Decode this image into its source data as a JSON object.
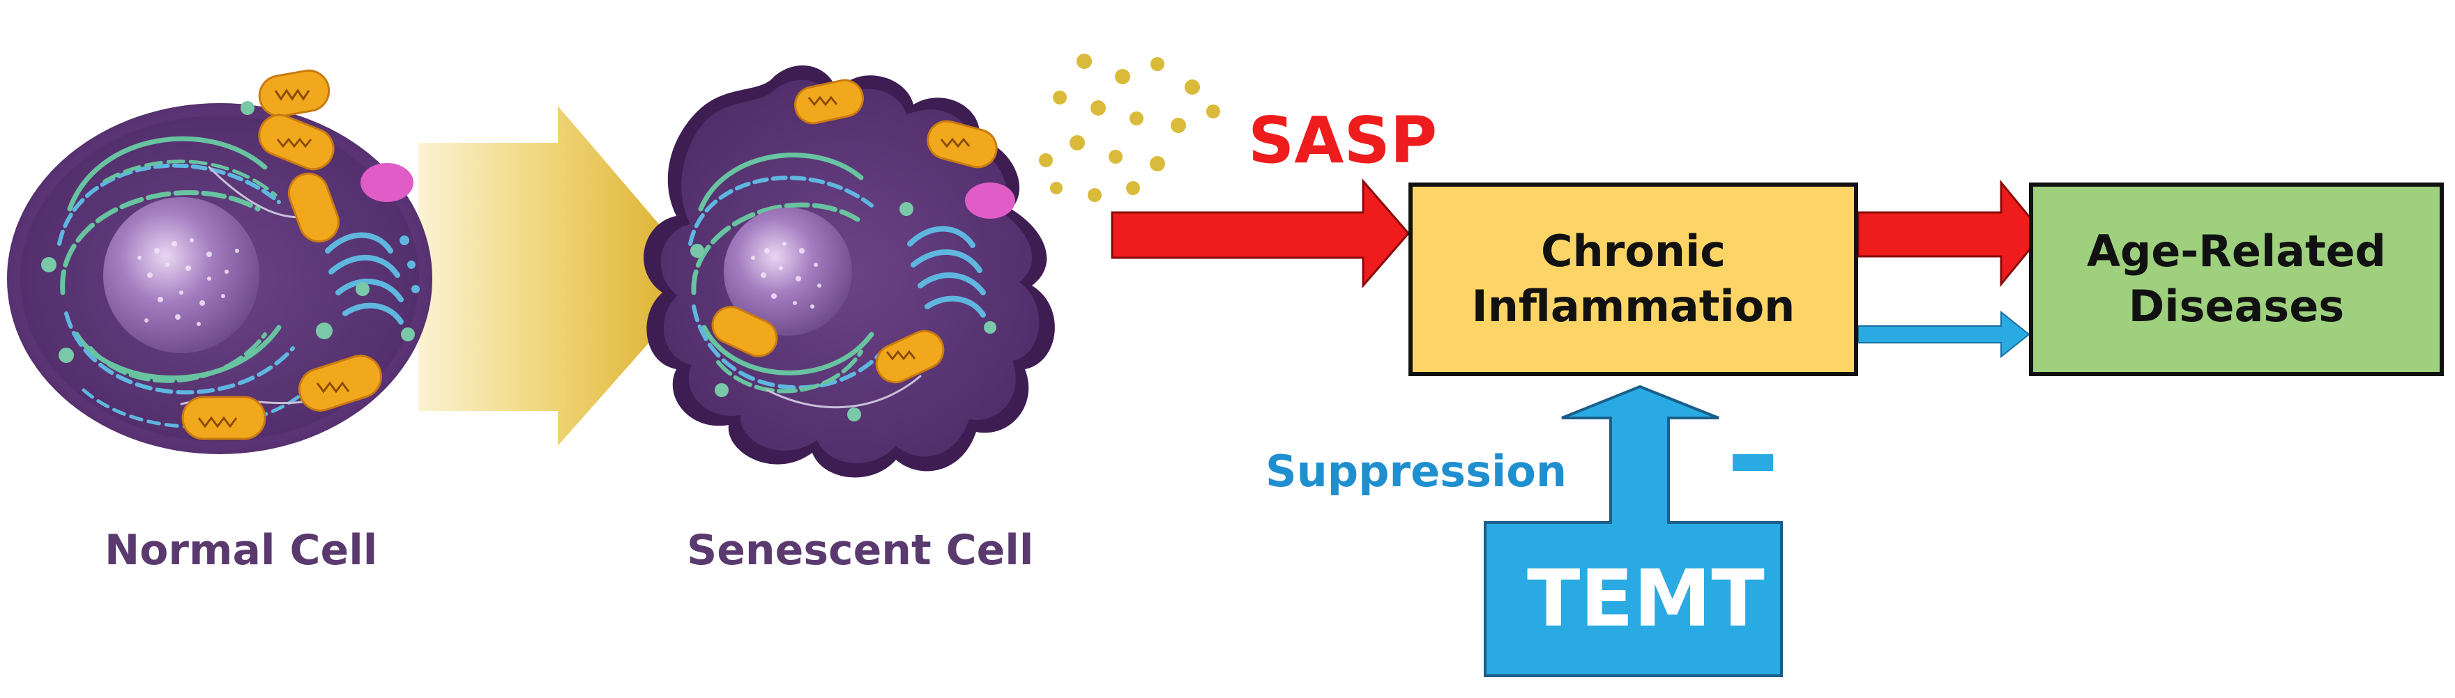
{
  "cells": {
    "normal_label": "Normal Cell",
    "senescent_label": "Senescent Cell"
  },
  "sasp_label": "SASP",
  "boxes": {
    "inflammation": {
      "line1": "Chronic",
      "line2": "Inflammation"
    },
    "disease": {
      "line1": "Age-Related",
      "line2": "Diseases"
    }
  },
  "suppression_label": "Suppression",
  "temt_label": "TEMT",
  "colors": {
    "cell_membrane": "#4a2361",
    "cell_body": "#5e3a7a",
    "nucleus": "#9a6fb8",
    "mitochondria": "#f2a81d",
    "er_green": "#68c3a0",
    "er_blue": "#5fb7e0",
    "vesicle_pink": "#e05cc6",
    "transition_arrow": "#e3b526",
    "sasp_particles": "#d9ba3a",
    "sasp_arrow": "#ee1c1c",
    "suppression_arrow": "#29aae2",
    "inflammation_box": "#fdd567",
    "disease_box": "#9ed07e"
  },
  "icons": [
    "normal-cell-icon",
    "senescent-cell-icon",
    "sasp-particles-icon",
    "minus-sign-icon"
  ]
}
